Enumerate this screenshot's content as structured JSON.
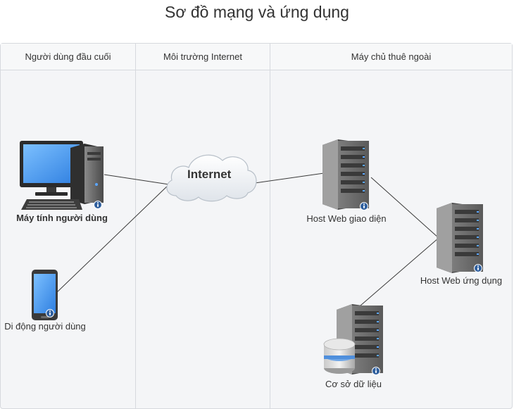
{
  "title": "Sơ đồ mạng và ứng dụng",
  "lanes": [
    {
      "label": "Người dùng đầu cuối"
    },
    {
      "label": "Môi trường Internet"
    },
    {
      "label": "Máy chủ thuê ngoài"
    }
  ],
  "nodes": {
    "pc": {
      "label": "Máy tính người dùng",
      "icon": "desktop-computer-icon"
    },
    "mobile": {
      "label": "Di động người dùng",
      "icon": "mobile-phone-icon"
    },
    "cloud": {
      "label": "Internet",
      "icon": "cloud-icon"
    },
    "web_front": {
      "label": "Host Web giao diện",
      "icon": "server-icon"
    },
    "web_app": {
      "label": "Host Web ứng dụng",
      "icon": "server-icon"
    },
    "database": {
      "label": "Cơ sở dữ liệu",
      "icon": "database-server-icon"
    }
  },
  "colors": {
    "info_badge": "#2f5f9e",
    "screen_blue": "#3d8ee8",
    "server_gray": "#6e6e6e",
    "connector": "#3a3a3a"
  }
}
